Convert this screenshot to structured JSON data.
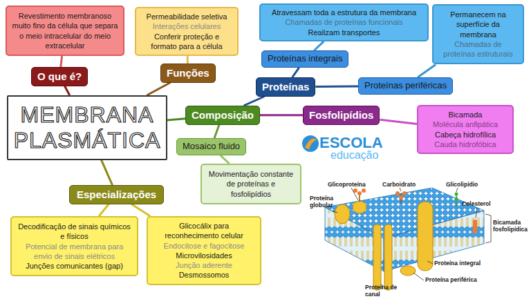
{
  "diagram": {
    "nodes": [
      {
        "text": [
          "MEMBRANA PLASMÁTICA"
        ]
      },
      {
        "text": [
          "O que é?"
        ]
      },
      {
        "text": [
          "Revestimento membranoso muito fino da célula que separa o meio intracelular do meio extracelular"
        ]
      },
      {
        "text": [
          "Funções"
        ]
      },
      {
        "text": [
          "Permeabilidade seletiva",
          "Interações celulares",
          "Conferir proteção e formato para a célula"
        ]
      },
      {
        "text": [
          "Composição"
        ]
      },
      {
        "text": [
          "Proteínas"
        ]
      },
      {
        "text": [
          "Proteínas integrais"
        ]
      },
      {
        "text": [
          "Atravessam toda a estrutura da membrana",
          "Chamadas de proteínas funcionais",
          "Realizam transportes"
        ]
      },
      {
        "text": [
          "Proteínas periféricas"
        ]
      },
      {
        "text": [
          "Permanecem na superfície da membrana",
          "Chamadas de proteínas estruturais"
        ]
      },
      {
        "text": [
          "Fosfolipídios"
        ]
      },
      {
        "text": [
          "Bicamada",
          "Molécula anfipática",
          "Cabeça hidrofílica",
          "Cauda hidrofóbica"
        ]
      },
      {
        "text": [
          "Mosaico fluido"
        ]
      },
      {
        "text": [
          "Movimentação constante de proteínas e fosfolipídios"
        ]
      },
      {
        "text": [
          "Especializações"
        ]
      },
      {
        "text": [
          "Decodificação de sinais químicos e físicos",
          "Potencial de membrana para envio de sinais elétricos",
          "Junções comunicantes (gap)"
        ]
      },
      {
        "text": [
          "Glicocálix para reconhecimento celular",
          "Endocitose e fagocitose",
          "Microvilosidades",
          "Junção aderente",
          "Desmossomos"
        ]
      }
    ],
    "edges": [
      {
        "from": 0,
        "to": 1,
        "arrow": "none"
      },
      {
        "from": 1,
        "to": 2,
        "arrow": "none"
      },
      {
        "from": 0,
        "to": 3,
        "arrow": "none"
      },
      {
        "from": 3,
        "to": 4,
        "arrow": "none"
      },
      {
        "from": 0,
        "to": 5,
        "arrow": "none"
      },
      {
        "from": 5,
        "to": 6,
        "arrow": "none"
      },
      {
        "from": 6,
        "to": 7,
        "arrow": "none"
      },
      {
        "from": 7,
        "to": 8,
        "arrow": "none"
      },
      {
        "from": 6,
        "to": 9,
        "arrow": "none"
      },
      {
        "from": 9,
        "to": 10,
        "arrow": "none"
      },
      {
        "from": 5,
        "to": 11,
        "arrow": "none"
      },
      {
        "from": 11,
        "to": 12,
        "arrow": "none"
      },
      {
        "from": 5,
        "to": 13,
        "arrow": "none"
      },
      {
        "from": 13,
        "to": 14,
        "arrow": "none"
      },
      {
        "from": 0,
        "to": 15,
        "arrow": "none"
      },
      {
        "from": 15,
        "to": 16,
        "arrow": "none"
      },
      {
        "from": 15,
        "to": 17,
        "arrow": "none"
      }
    ],
    "labels": [
      "ESCOLA",
      "educação",
      "Glicoproteína",
      "Carboidrato",
      "Glicolipídio",
      "Proteína globular",
      "Colesterol",
      "Bicamada fosfolipídica",
      "Proteína integral",
      "Proteína periférica",
      "Proteína de canal"
    ]
  }
}
